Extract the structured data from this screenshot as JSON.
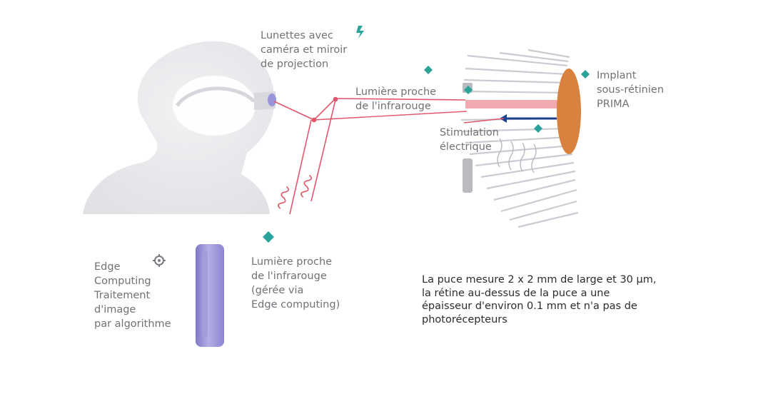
{
  "labels": {
    "glasses": [
      "Lunettes avec",
      "caméra et miroir",
      "de projection"
    ],
    "nir_light": [
      "Lumière proche",
      "de l'infrarouge"
    ],
    "implant": [
      "Implant",
      "sous-rétinien",
      "PRIMA"
    ],
    "stimulation": [
      "Stimulation",
      "électrique"
    ],
    "nir_light_edge": [
      "Lumière proche",
      "de l'infrarouge",
      "(gérée via",
      "Edge computing)"
    ],
    "edge": [
      "Edge",
      "Computing",
      "Traitement",
      "d'image",
      "par algorithme"
    ]
  },
  "note": [
    "La puce mesure 2 x 2 mm de large et 30 µm,",
    "la rétine au-dessus de la puce a une",
    "épaisseur d'environ 0.1 mm et n'a pas de",
    "photorécepteurs"
  ],
  "colors": {
    "label_text": "#6f7276",
    "note_text": "#2a2c30",
    "accent_teal": "#2aa39a",
    "light_beam": "#e2566b",
    "implant": "#d9823f",
    "electric": "#1d3f8f",
    "device": "#8e87cf",
    "silhouette": "#e6e6ea"
  },
  "icons": [
    "head-silhouette",
    "eye",
    "retina-cells",
    "processor-device",
    "gear-icon"
  ]
}
